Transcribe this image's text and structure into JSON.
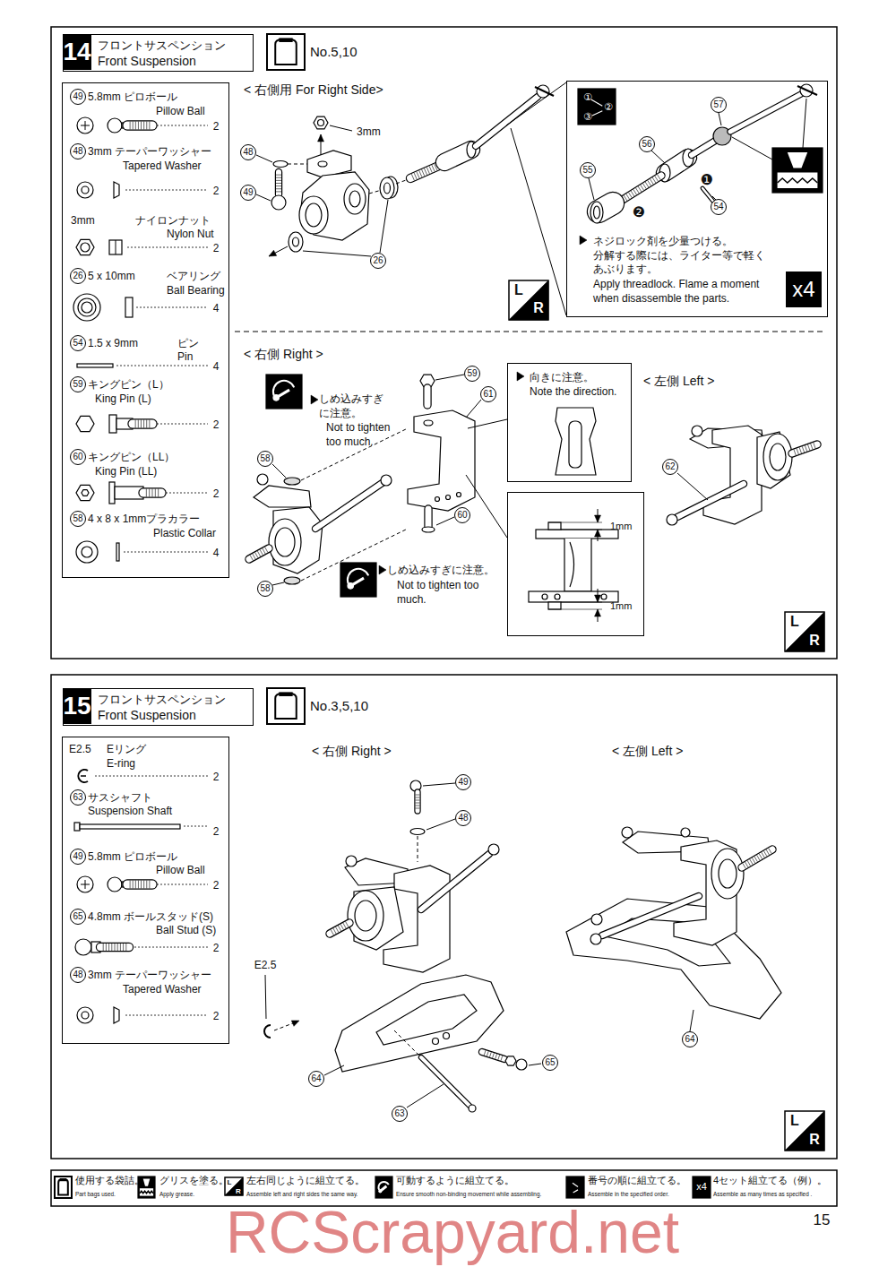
{
  "diagram": {
    "nodes": [
      {
        "text": [
          "14",
          "フロントサスペンション",
          "Front Suspension"
        ]
      },
      {
        "text": [
          "49",
          "5.8mm ピロボール",
          "Pillow Ball",
          "2",
          "48",
          "3mm テーパーワッシャー",
          "Tapered Washer",
          "2",
          "3mm",
          "ナイロンナット",
          "Nylon Nut",
          "2",
          "26",
          "5 x 10mm",
          "ベアリング",
          "Ball Bearing",
          "4",
          "54",
          "1.5 x 9mm",
          "ピン",
          "Pin",
          "4",
          "59",
          "キングピン（L）",
          "King Pin (L)",
          "2",
          "60",
          "キングピン（LL）",
          "King Pin (LL)",
          "2",
          "58",
          "4 x 8 x 1mmプラカラー",
          "Plastic Collar",
          "4"
        ]
      },
      {
        "text": [
          "ネジロック剤を少量つける。 分解する際には、ライター等で軽く あぶります。",
          "Apply threadlock. Flame a moment when disassemble the parts."
        ]
      },
      {
        "text": [
          "x4"
        ],
        "in": 2
      },
      {
        "text": [
          "向きに注意。",
          "Note the direction."
        ]
      },
      {
        "text": [
          "1mm",
          "1mm"
        ]
      },
      {
        "text": [
          "15",
          "フロントサスペンション",
          "Front Suspension"
        ]
      },
      {
        "text": [
          "E2.5",
          "Eリング",
          "E-ring",
          "2",
          "63",
          "サスシャフト",
          "Suspension Shaft",
          "2",
          "49",
          "5.8mm ピロボール",
          "Pillow Ball",
          "2",
          "65",
          "4.8mm ボールスタッド(S)",
          "Ball Stud (S)",
          "2",
          "48",
          "3mm テーパーワッシャー",
          "Tapered Washer",
          "2"
        ]
      }
    ],
    "labels": [
      "No.5,10",
      "< 右側用 For Right Side>",
      "3mm",
      "48",
      "49",
      "26",
      "①",
      "②",
      "③",
      "57",
      "56",
      "55",
      "❶",
      "❷",
      "54",
      "L",
      "R",
      "< 右側 Right >",
      "59",
      "61",
      "しめ込みすぎ に注意。",
      "Not to tighten too much.",
      "58",
      "58",
      "60",
      "しめ込みすぎに注意。",
      "Not to tighten too much.",
      "< 左側 Left >",
      "62",
      "L",
      "R",
      "No.3,5,10",
      "< 右側 Right >",
      "< 左側 Left >",
      "49",
      "48",
      "E2.5",
      "64",
      "65",
      "63",
      "64",
      "L",
      "R",
      "L",
      "R",
      "x4",
      "15",
      "RCScrapyard.net"
    ],
    "legend": [
      {
        "text": "使用する袋詰。"
      },
      {
        "text": "Part bags used."
      },
      {
        "text": "グリスを塗る。"
      },
      {
        "text": "Apply grease."
      },
      {
        "text": "左右同じように組立てる。"
      },
      {
        "text": "Assemble left and right sides the same way."
      },
      {
        "text": "可動するように組立てる。"
      },
      {
        "text": "Ensure smooth non-binding movement while assembling."
      },
      {
        "text": "番号の順に組立てる。"
      },
      {
        "text": "Assemble in the specified order."
      },
      {
        "text": "4セット組立てる（例）。"
      },
      {
        "text": "Assemble as many times as specified ."
      }
    ]
  }
}
